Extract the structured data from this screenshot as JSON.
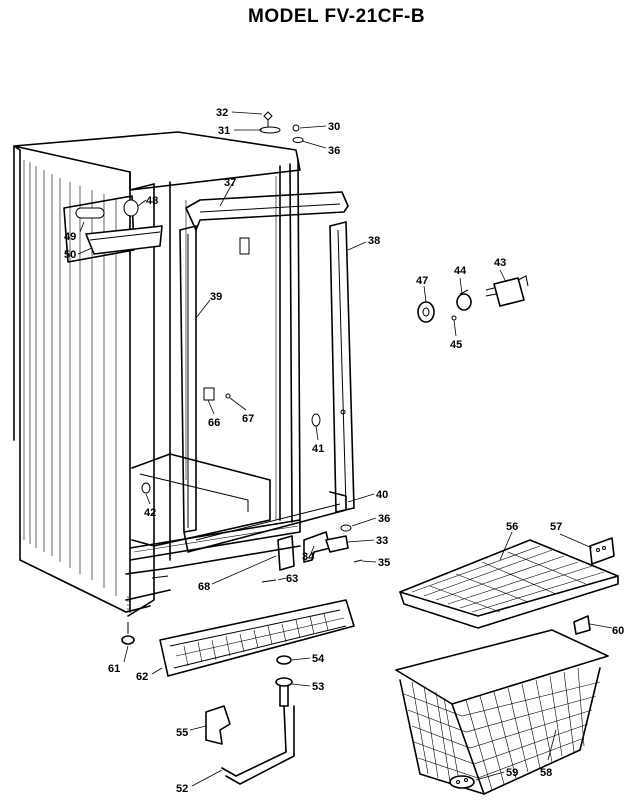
{
  "title": "MODEL FV-21CF-B",
  "parts": [
    {
      "key": "p32",
      "label": "32"
    },
    {
      "key": "p31",
      "label": "31"
    },
    {
      "key": "p30",
      "label": "30"
    },
    {
      "key": "p36a",
      "label": "36"
    },
    {
      "key": "p37",
      "label": "37"
    },
    {
      "key": "p48",
      "label": "48"
    },
    {
      "key": "p49",
      "label": "49"
    },
    {
      "key": "p50",
      "label": "50"
    },
    {
      "key": "p38",
      "label": "38"
    },
    {
      "key": "p39",
      "label": "39"
    },
    {
      "key": "p43",
      "label": "43"
    },
    {
      "key": "p47",
      "label": "47"
    },
    {
      "key": "p44",
      "label": "44"
    },
    {
      "key": "p45",
      "label": "45"
    },
    {
      "key": "p66",
      "label": "66"
    },
    {
      "key": "p67",
      "label": "67"
    },
    {
      "key": "p41",
      "label": "41"
    },
    {
      "key": "p42",
      "label": "42"
    },
    {
      "key": "p40",
      "label": "40"
    },
    {
      "key": "p36b",
      "label": "36"
    },
    {
      "key": "p56",
      "label": "56"
    },
    {
      "key": "p57",
      "label": "57"
    },
    {
      "key": "p33",
      "label": "33"
    },
    {
      "key": "p34",
      "label": "34"
    },
    {
      "key": "p35",
      "label": "35"
    },
    {
      "key": "p68",
      "label": "68"
    },
    {
      "key": "p63",
      "label": "63"
    },
    {
      "key": "p60",
      "label": "60"
    },
    {
      "key": "p61",
      "label": "61"
    },
    {
      "key": "p62",
      "label": "62"
    },
    {
      "key": "p54",
      "label": "54"
    },
    {
      "key": "p53",
      "label": "53"
    },
    {
      "key": "p58",
      "label": "58"
    },
    {
      "key": "p55",
      "label": "55"
    },
    {
      "key": "p52",
      "label": "52"
    },
    {
      "key": "p59",
      "label": "59"
    }
  ]
}
